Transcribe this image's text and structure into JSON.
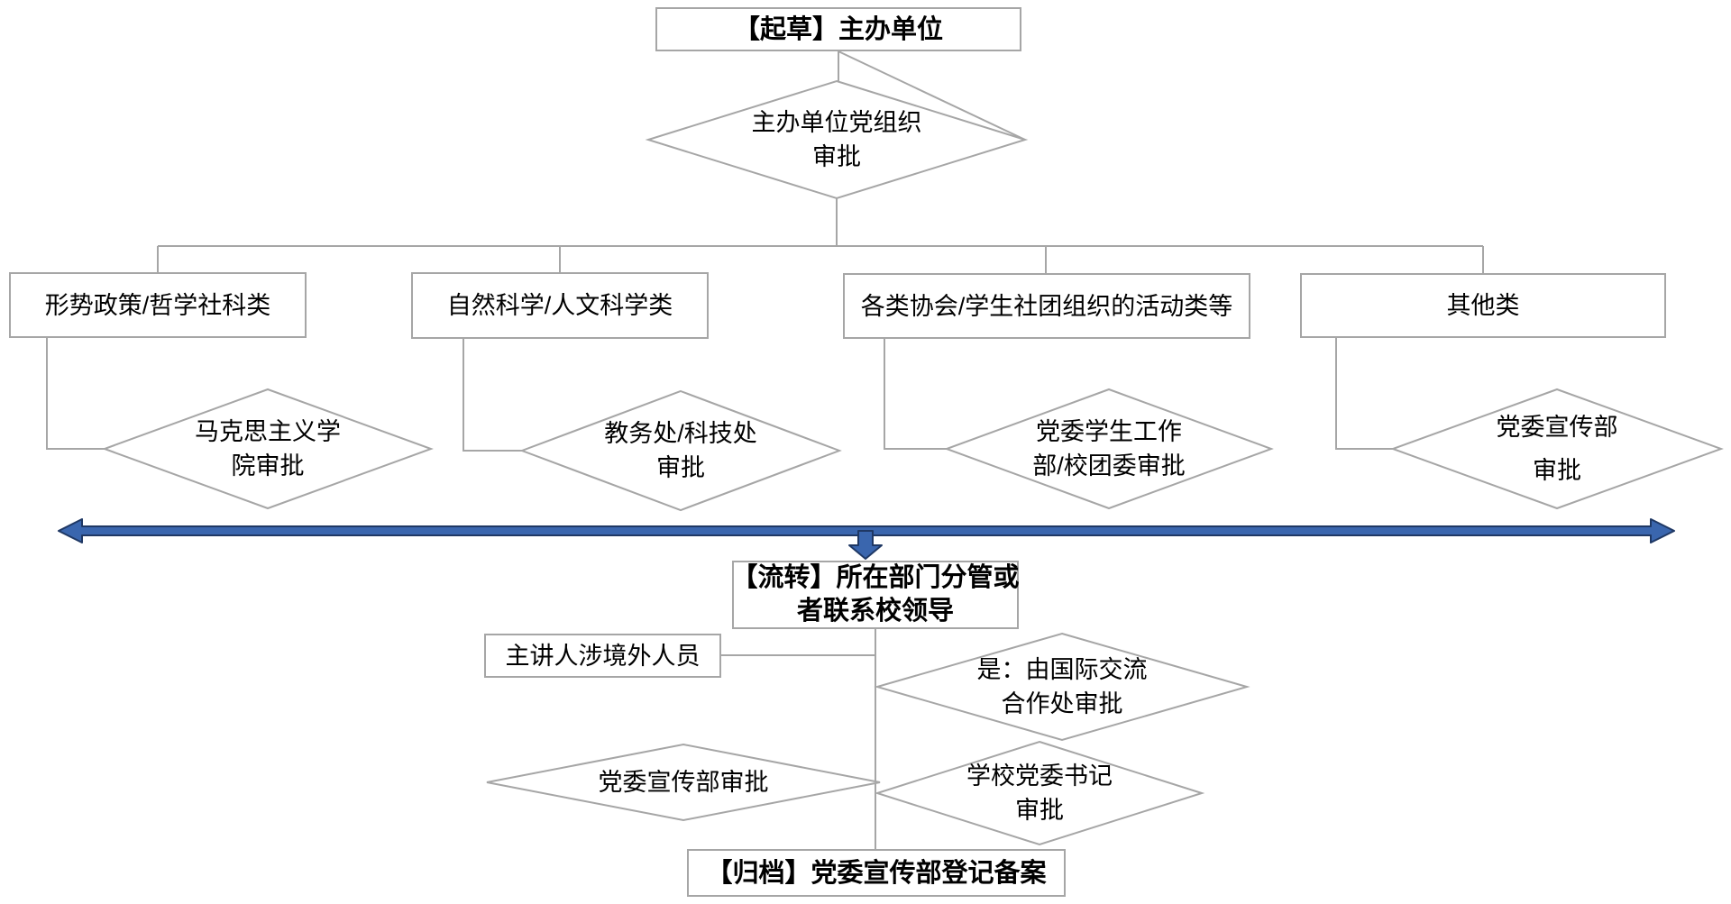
{
  "diagram": {
    "stage1": {
      "box": "【起草】主办单位",
      "decision_line1": "主办单位党组织",
      "decision_line2": "审批"
    },
    "branches": [
      {
        "category": "形势政策/哲学社科类",
        "approver_line1": "马克思主义学",
        "approver_line2": "院审批"
      },
      {
        "category": "自然科学/人文科学类",
        "approver_line1": "教务处/科技处",
        "approver_line2": "审批"
      },
      {
        "category": "各类协会/学生社团组织的活动类等",
        "approver_line1": "党委学生工作",
        "approver_line2": "部/校团委审批"
      },
      {
        "category": "其他类",
        "approver_line1": "党委宣传部",
        "approver_line2": "审批"
      }
    ],
    "stage2": {
      "box_line1": "【流转】所在部门分管或",
      "box_line2": "者联系校领导",
      "condition_box": "主讲人涉境外人员",
      "intl_line1": "是：由国际交流",
      "intl_line2": "合作处审批",
      "publicity": "党委宣传部审批",
      "secretary_line1": "学校党委书记",
      "secretary_line2": "审批"
    },
    "stage3": {
      "box": "【归档】党委宣传部登记备案"
    }
  },
  "colors": {
    "outline_gray": "#a6a6a6",
    "arrow_fill": "#3a66ae",
    "arrow_border": "#1f3864",
    "text": "#000000"
  }
}
